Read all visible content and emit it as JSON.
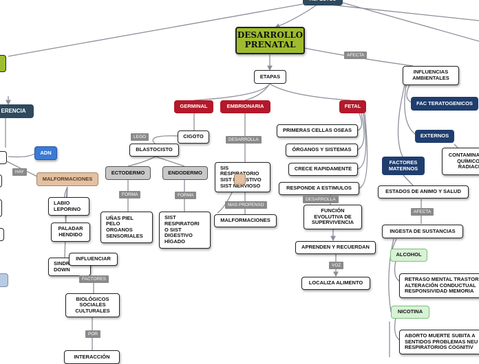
{
  "nodes": {
    "aspectos": "ASPECTOS",
    "title": "DESARROLLO\nPRENATAL",
    "etapas": "ETAPAS",
    "herencia_fragment": "ERENCIA",
    "germinal": "GERMINAL",
    "embrionaria": "EMBRIONARIA",
    "fetal": "FETAL",
    "cigoto": "CIGOTO",
    "blastocisto": "BLASTOCISTO",
    "ectodermo": "ECTODERMO",
    "endodermo": "ENDODERMO",
    "unas_piel": "UÑAS PIEL\nPELO\nORGANOS\nSENSORIALES",
    "sist_respiratorio": "SIST\nRESPIRATORI\nO  SIST\nDIGESTIVO\nHÍGADO",
    "sis_respiratorio": "SIS\nRESPIRATORIO\nSIST DIGESTIVO\nSIST NERVIOSO",
    "malformaciones": "MALFORMACIONES",
    "malformaciones_tan": "MALFORMACIONES",
    "adn": "ADN",
    "labio": "LABIO\nLEPORINO",
    "paladar": "PALADAR\nHENDIDO",
    "sindrome": "SINDR\nDOWN",
    "influenciar": "INFLUENCIAR",
    "biologicos": "BIOLÓGICOS\nSOCIALES\nCULTURALES",
    "interaccion": "INTERACCIÓN",
    "primeras": "PRIMERAS CELLAS OSEAS",
    "organos": "ÓRGANOS Y SISTEMAS",
    "crece": "CRECE RAPIDAMENTE",
    "responde": "RESPONDE A ESTIMULOS",
    "funcion": "FUNCIÓN\nEVOLUTIVA DE\nSUPERVIVENCIA",
    "aprenden": "APRENDEN Y RECUERDAN",
    "localiza": "LOCALIZA ALIMENTO",
    "influencias": "INFLUENCIAS\nAMBIENTALES",
    "fac_teratogenicos": "FAC TERATOGENICOS",
    "externos": "EXTERNOS",
    "factores_maternos": "FACTORES\nMATERNOS",
    "contaminacion": "CONTAMINA\nQUÍMICO\nRADIACI",
    "estados_animo": "ESTADOS DE ANIMO Y SALUD",
    "ingesta": "INGESTA DE SUSTANCIAS",
    "alcohol": "ALCOHOL",
    "retraso": "RETRASO MENTAL TRASTOR\nALTERACIÓN CONDUCTUAL\nRESPONSIVIDAD MEMORIA",
    "nicotina": "NICOTINA",
    "aborto": "ABORTO MUERTE SUBITA A\nSENTIDOS PROBLEMAS NEU\nRESPIRATORIOS COGNITIV"
  },
  "labels": {
    "afecta_1": "AFECTA",
    "lego": "LEGO",
    "desarrolla_1": "DESARROLLA",
    "hay": "HAY",
    "forma_1": "FORMA",
    "forma_2": "FORMA",
    "mas_propenso": "MAS PROPENSO",
    "desarrolla_2": "DESARROLLA",
    "voz": "VOZ",
    "afecta_2": "AFECTA",
    "factores": "FACTORES",
    "por": "POR"
  },
  "colors": {
    "red": "#b3192a",
    "navy": "#1f3e6e",
    "olive": "#9fbc2f",
    "connector": "#8c8f9a"
  }
}
